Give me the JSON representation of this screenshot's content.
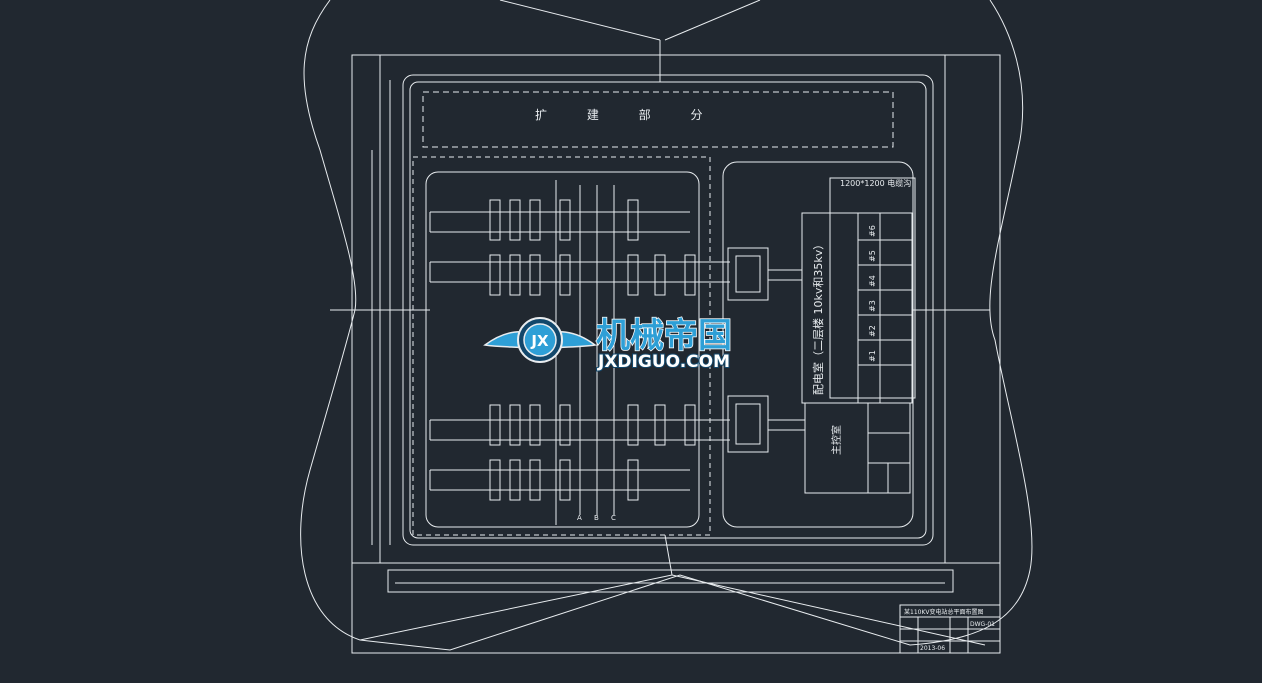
{
  "drawing": {
    "expansion_label": "扩 建 部 分",
    "cable_trench_label": "1200*1200 电缆沟",
    "switchgear_room_label": "配电室（二层楼 10kv和35kv）",
    "main_control_label": "主控室",
    "bay_numbers": [
      "#1",
      "#2",
      "#3",
      "#4",
      "#5",
      "#6"
    ],
    "bus_phase_labels": [
      "A",
      "B",
      "C"
    ],
    "title_block": {
      "project_title": "某110KV变电站总平面布置图",
      "drawing_no": "DWG-01",
      "date_cell": "2013-06"
    }
  },
  "watermark": {
    "cn_text": "机械帝国",
    "en_text": "JXDIGUO.COM",
    "logo_letters": "JX"
  },
  "colors": {
    "background": "#212830",
    "lines": "#e8ecef",
    "watermark_primary": "#2e9fd6",
    "watermark_dark": "#12476b"
  }
}
